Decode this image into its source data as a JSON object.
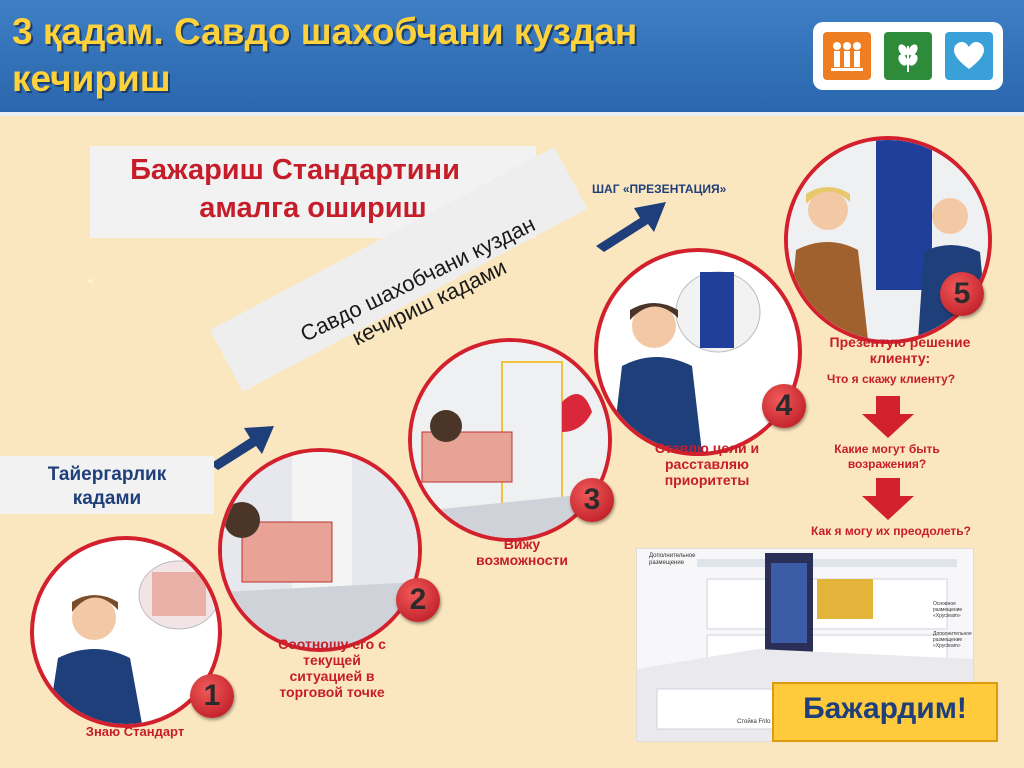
{
  "header": {
    "title": "3 қадам. Савдо шахобчани куздан кечириш"
  },
  "standard_box": {
    "line1": "Бажариш Стандартини",
    "line2": "амалга ошириш"
  },
  "stray_mark": "\"",
  "diagonal_label": {
    "line1": "Савдо шахобчани куздан",
    "line2": "кечириш кадами"
  },
  "prep_label": {
    "line1": "Тайергарлик",
    "line2": "кадами"
  },
  "presentation_step": "ШАГ «ПРЕЗЕНТАЦИЯ»",
  "steps": [
    {
      "number": "1",
      "caption": "Знаю Стандарт"
    },
    {
      "number": "2",
      "caption_lines": [
        "Соотношу его с",
        "текущей",
        "ситуацией в",
        "торговой точке"
      ]
    },
    {
      "number": "3",
      "caption_lines": [
        "Вижу",
        "возможности"
      ]
    },
    {
      "number": "4",
      "caption_lines": [
        "Ставлю цели и",
        "расставляю",
        "приоритеты"
      ]
    },
    {
      "number": "5",
      "caption_lines": [
        "Презентую решение",
        "клиенту:"
      ]
    }
  ],
  "questions": [
    "Что я скажу клиенту?",
    "Какие могут быть возражения?",
    "Как я могу их преодолеть?"
  ],
  "store_labels": {
    "extra_placement": "Дополнительное размещение",
    "main_placement": "Основное размещение «Хрусteam»",
    "extra_placement2": "Дополнительное размещение «Хрусteam»",
    "stand": "Стойка Frito Lay"
  },
  "done_label": "Бажардим!",
  "colors": {
    "header": "#2f6db3",
    "title": "#ffd23c",
    "accent_red": "#c61d2a",
    "navy": "#1f3f7a",
    "background": "#fbe7bf"
  }
}
